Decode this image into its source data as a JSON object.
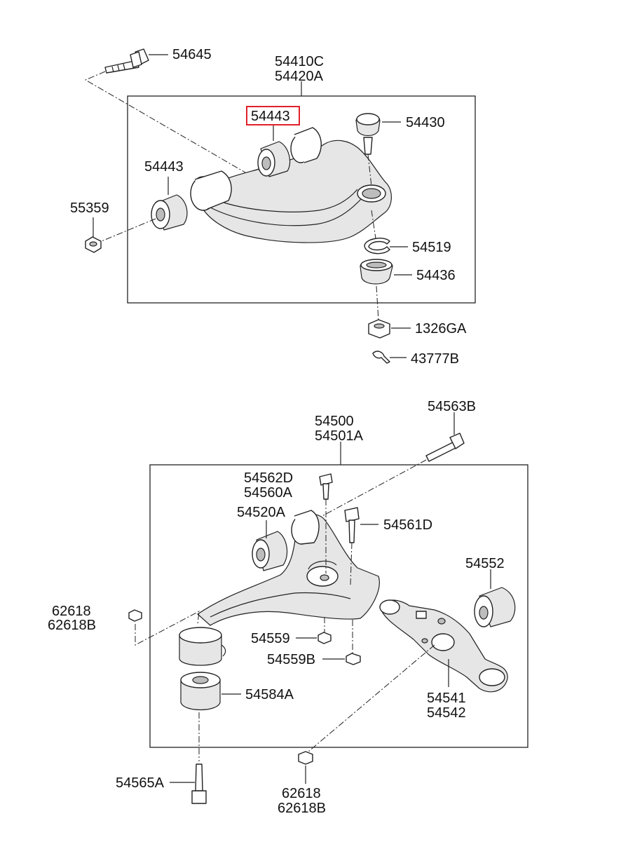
{
  "upper_arm": {
    "assembly_part_no_1": "54410C",
    "assembly_part_no_2": "54420A",
    "bolt": "54645",
    "bushing_front": "54443",
    "bushing_rear": "54443",
    "nut": "55359",
    "ball_joint": "54430",
    "snap_ring": "54519",
    "dust_cover": "54436",
    "castle_nut": "1326GA",
    "cotter_pin": "43777B"
  },
  "lower_arm": {
    "assembly_part_no_1": "54500",
    "assembly_part_no_2": "54501A",
    "bolt_top": "54563B",
    "bolt_a_1": "54562D",
    "bolt_a_2": "54560A",
    "bushing": "54520A",
    "bolt_b": "54561D",
    "bushing_rear": "54552",
    "nut_left_1": "62618",
    "nut_left_2": "62618B",
    "nut_a": "54559",
    "nut_b": "54559B",
    "bushing_large": "54584A",
    "bracket_1": "54541",
    "bracket_2": "54542",
    "bolt_bottom": "54565A",
    "nut_bottom_1": "62618",
    "nut_bottom_2": "62618B"
  },
  "highlight_color": "#e0202a"
}
